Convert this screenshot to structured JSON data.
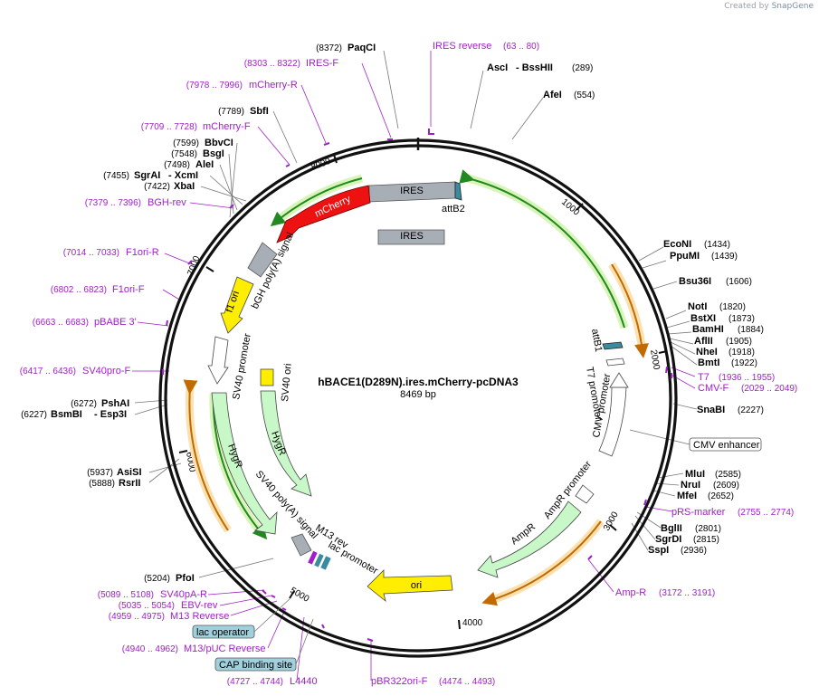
{
  "credit": {
    "prefix": "Created by",
    "brand": "SnapGene"
  },
  "plasmid": {
    "name": "hBACE1(D289N).ires.mCherry-pcDNA3",
    "length_label": "8469 bp",
    "length": 8469
  },
  "ticks": [
    "1000",
    "2000",
    "3000",
    "4000",
    "5000",
    "6000",
    "7000",
    "8000"
  ],
  "enzymes": [
    {
      "name": "PaqCI",
      "pos": "(8372)"
    },
    {
      "name": "AscI",
      "name2": "BssHII",
      "pos": "(289)"
    },
    {
      "name": "AfeI",
      "pos": "(554)"
    },
    {
      "name": "EcoNI",
      "pos": "(1434)"
    },
    {
      "name": "PpuMI",
      "pos": "(1439)"
    },
    {
      "name": "Bsu36I",
      "pos": "(1606)"
    },
    {
      "name": "NotI",
      "pos": "(1820)"
    },
    {
      "name": "BstXI",
      "pos": "(1873)"
    },
    {
      "name": "BamHI",
      "pos": "(1884)"
    },
    {
      "name": "AflII",
      "pos": "(1905)"
    },
    {
      "name": "NheI",
      "pos": "(1918)"
    },
    {
      "name": "BmtI",
      "pos": "(1922)"
    },
    {
      "name": "SnaBI",
      "pos": "(2227)"
    },
    {
      "name": "MluI",
      "pos": "(2585)"
    },
    {
      "name": "NruI",
      "pos": "(2609)"
    },
    {
      "name": "MfeI",
      "pos": "(2652)"
    },
    {
      "name": "BglII",
      "pos": "(2801)"
    },
    {
      "name": "SgrDI",
      "pos": "(2815)"
    },
    {
      "name": "SspI",
      "pos": "(2936)"
    },
    {
      "name": "PfoI",
      "pos": "(5204)"
    },
    {
      "name": "AsiSI",
      "pos": "(5937)"
    },
    {
      "name": "RsrII",
      "pos": "(5888)"
    },
    {
      "name": "PshAI",
      "pos": "(6272)"
    },
    {
      "name": "BsmBI",
      "name2": "Esp3I",
      "pos": "(6227)"
    },
    {
      "name": "XbaI",
      "pos": "(7422)"
    },
    {
      "name": "SgrAI",
      "name2": "XcmI",
      "pos": "(7455)"
    },
    {
      "name": "AleI",
      "pos": "(7498)"
    },
    {
      "name": "BsgI",
      "pos": "(7548)"
    },
    {
      "name": "BbvCI",
      "pos": "(7599)"
    },
    {
      "name": "SbfI",
      "pos": "(7789)"
    }
  ],
  "primers": [
    {
      "name": "IRES reverse",
      "pos": "(63 .. 80)"
    },
    {
      "name": "IRES-F",
      "pos": "(8303 .. 8322)"
    },
    {
      "name": "mCherry-R",
      "pos": "(7978 .. 7996)"
    },
    {
      "name": "mCherry-F",
      "pos": "(7709 .. 7728)"
    },
    {
      "name": "BGH-rev",
      "pos": "(7379 .. 7396)"
    },
    {
      "name": "F1ori-R",
      "pos": "(7014 .. 7033)"
    },
    {
      "name": "F1ori-F",
      "pos": "(6802 .. 6823)"
    },
    {
      "name": "pBABE 3'",
      "pos": "(6663 .. 6683)"
    },
    {
      "name": "SV40pro-F",
      "pos": "(6417 .. 6436)"
    },
    {
      "name": "T7",
      "pos": "(1936 .. 1955)"
    },
    {
      "name": "CMV-F",
      "pos": "(2029 .. 2049)"
    },
    {
      "name": "pRS-marker",
      "pos": "(2755 .. 2774)"
    },
    {
      "name": "Amp-R",
      "pos": "(3172 .. 3191)"
    },
    {
      "name": "SV40pA-R",
      "pos": "(5089 .. 5108)"
    },
    {
      "name": "EBV-rev",
      "pos": "(5035 .. 5054)"
    },
    {
      "name": "M13 Reverse",
      "pos": "(4959 .. 4975)"
    },
    {
      "name": "M13/pUC Reverse",
      "pos": "(4940 .. 4962)"
    },
    {
      "name": "L4440",
      "pos": "(4727 .. 4744)"
    },
    {
      "name": "pBR322ori-F",
      "pos": "(4474 .. 4493)"
    }
  ],
  "boxes": [
    "CMV enhancer",
    "lac operator",
    "CAP binding site"
  ],
  "features": {
    "ires": "IRES",
    "ires2": "IRES",
    "attb2": "attB2",
    "mcherry": "mCherry",
    "bgh": "bGH poly(A) signal",
    "f1ori": "f1 ori",
    "sv40_promoter": "SV40 promoter",
    "sv40_ori": "SV40 ori",
    "hygr_outer": "HygR",
    "hygr_inner": "HygR",
    "sv40_polya": "SV40 poly(A) signal",
    "m13rev": "M13 rev",
    "lac_promoter": "lac promoter",
    "ori": "ori",
    "ampr": "AmpR",
    "ampr_promoter": "AmpR promoter",
    "cmv_promoter": "CMV promoter",
    "t7_promoter": "T7 promoter",
    "attb1": "attB1"
  },
  "colors": {
    "backbone": "#111111",
    "primer": "#a020c8",
    "mcherry": "#ee1111",
    "f1ori": "#ffee00",
    "ori": "#ffee00",
    "marker": "#c8f8c8",
    "ires": "#a8aeb6",
    "orange": "#f0a020",
    "green": "#228822",
    "box": "#9fd0dc"
  }
}
